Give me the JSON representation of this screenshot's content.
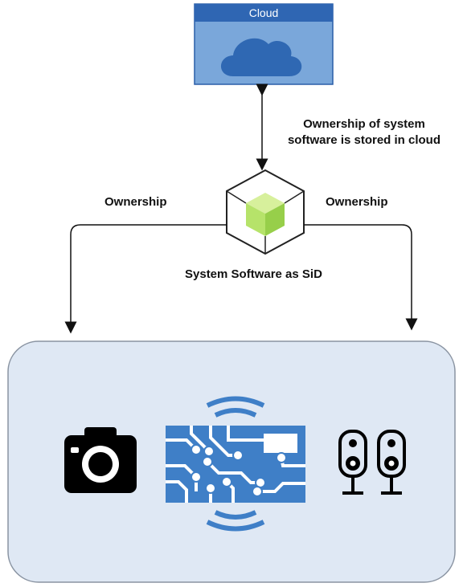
{
  "cloud": {
    "title": "Cloud",
    "icon": "cloud-icon"
  },
  "labels": {
    "cloud_ownership": "Ownership of system\nsoftware is stored in cloud",
    "ownership_left": "Ownership",
    "ownership_right": "Ownership",
    "system_software": "System Software as SiD"
  },
  "devices": {
    "icons": [
      "camera-icon",
      "circuit-board-icon",
      "speakers-icon"
    ]
  },
  "colors": {
    "cloud_header": "#2f66b3",
    "cloud_body": "#7aa7da",
    "cloud_icon": "#2f68b3",
    "cube_green": "#b6e36a",
    "device_panel": "#dfe8f4",
    "circuit_blue": "#3f7fc7"
  }
}
